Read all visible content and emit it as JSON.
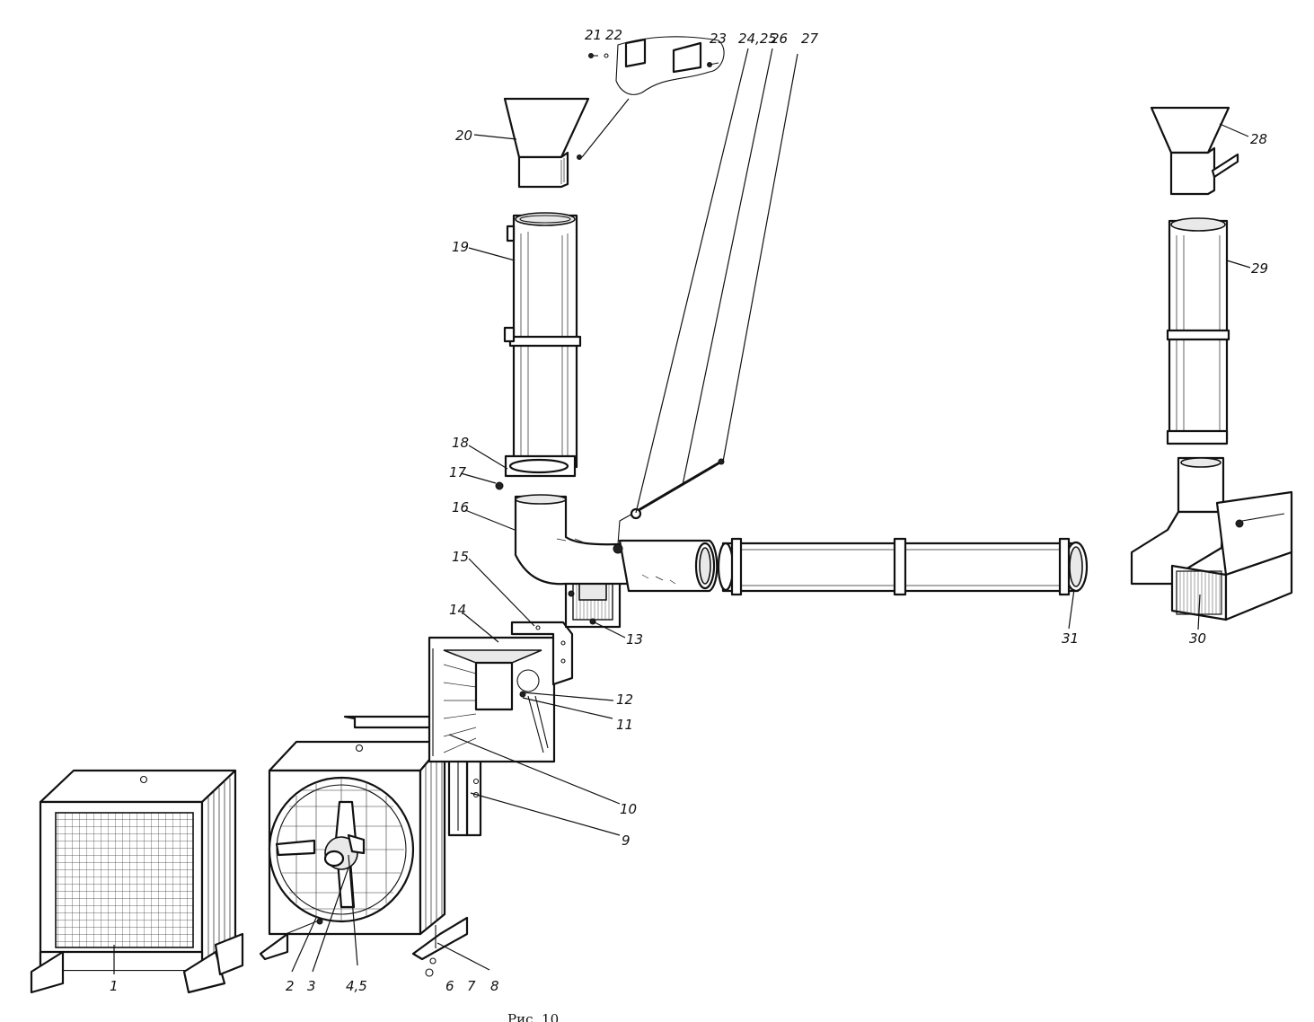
{
  "callouts": {
    "c1": "1",
    "c2": "2",
    "c3": "3",
    "c4_5": "4,5",
    "c6": "6",
    "c7": "7",
    "c8": "8",
    "c9": "9",
    "c10": "10",
    "c11": "11",
    "c12": "12",
    "c13": "13",
    "c14": "14",
    "c15": "15",
    "c16": "16",
    "c17": "17",
    "c18": "18",
    "c19": "19",
    "c20": "20",
    "c21": "21",
    "c22": "22",
    "c23": "23",
    "c24_25": "24,25",
    "c26": "26",
    "c27": "27",
    "c28": "28",
    "c29": "29",
    "c30": "30",
    "c31": "31"
  },
  "caption": "Рис. 10",
  "colors": {
    "ink": "#111111",
    "paper": "#ffffff"
  }
}
